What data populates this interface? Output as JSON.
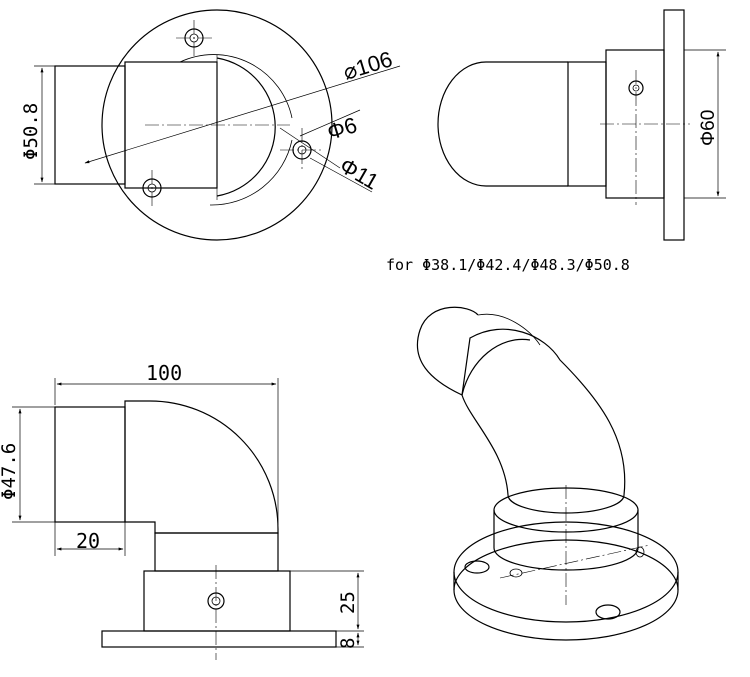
{
  "dimensions": {
    "d_50_8": "Φ50.8",
    "d_106": "⌀106",
    "d_6": "Φ6",
    "d_11": "Φ11",
    "d_60": "Φ60",
    "d_47_6": "Φ47.6",
    "len_100": "100",
    "len_20": "20",
    "len_25": "25",
    "len_8": "8"
  },
  "note": "for Φ38.1/Φ42.4/Φ48.3/Φ50.8"
}
